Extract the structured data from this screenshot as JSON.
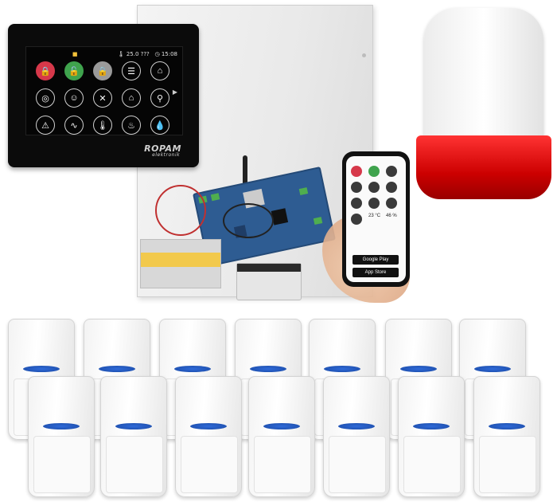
{
  "keypad": {
    "status_temp": "25.0 ???",
    "status_time": "15:08",
    "brand": "ROPAM",
    "brand_sub": "elektronik",
    "icons": [
      "lock-icon",
      "unlock-icon",
      "lock-grey-icon",
      "notes-icon",
      "home-icon",
      "camera-icon",
      "users-icon",
      "tools-icon",
      "house-alarm-icon",
      "search-icon",
      "warning-icon",
      "chart-icon",
      "thermometer-icon",
      "thermo-humidity-icon",
      "drops-icon"
    ]
  },
  "phone": {
    "temp": "23 °C",
    "humidity": "46 %",
    "store_google": "Google Play",
    "store_apple": "App Store"
  },
  "pir_count": 14,
  "colors": {
    "siren": "#e02020",
    "pcb": "#2e5c92",
    "pir_lens": "#2f6ad8"
  }
}
